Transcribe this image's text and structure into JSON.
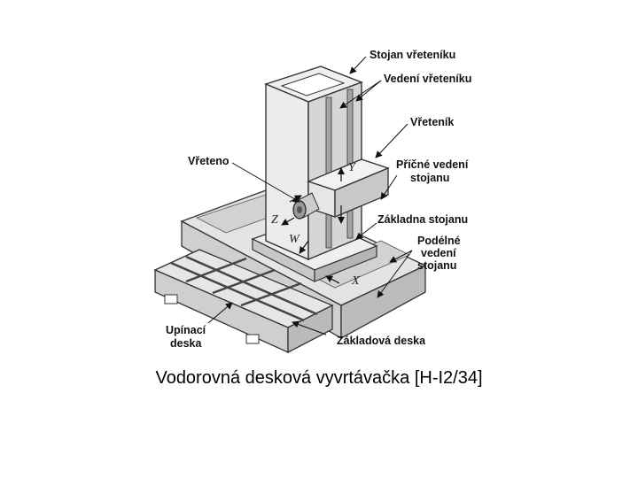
{
  "labels": {
    "stojan_vreteniku": "Stojan vřeteníku",
    "vedeni_vreteniku": "Vedení vřeteníku",
    "vretenik": "Vřeteník",
    "vreteno": "Vřeteno",
    "pricne_vedeni_1": "Příčné vedení",
    "pricne_vedeni_2": "stojanu",
    "zakladna_stojanu": "Základna stojanu",
    "podelne_vedeni_1": "Podélné",
    "podelne_vedeni_2": "vedení",
    "podelne_vedeni_3": "stojanu",
    "upinaci_deska_1": "Upínací",
    "upinaci_deska_2": "deska",
    "zakladova_deska": "Základová deska"
  },
  "axes": {
    "y": "Y",
    "z": "Z",
    "w": "W",
    "x": "X"
  },
  "caption": "Vodorovná desková vyvrtávačka [H-I2/34]"
}
